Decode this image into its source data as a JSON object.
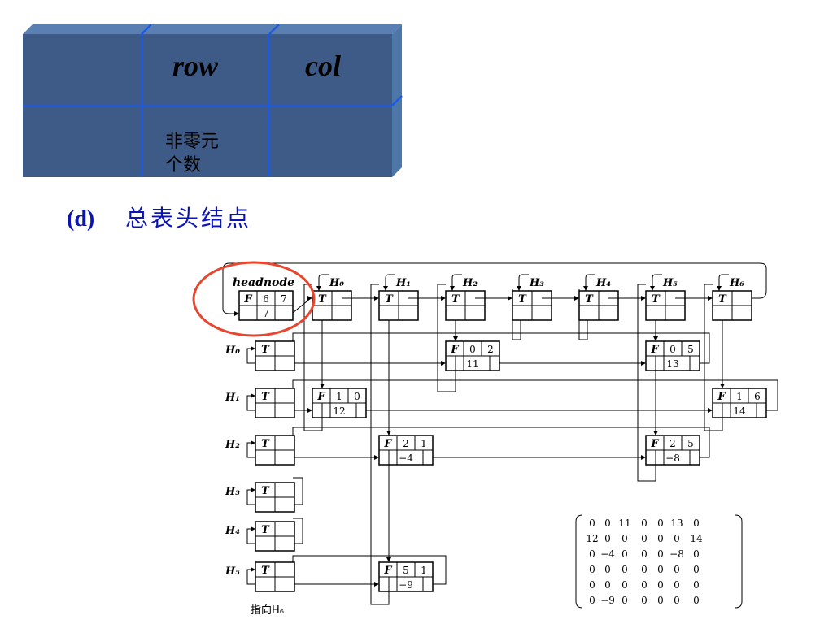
{
  "header_block": {
    "row_label": "row",
    "col_label": "col",
    "count_label_line1": "非零元",
    "count_label_line2": "个数",
    "face_color": "#3e5b88",
    "side_color": "#4e77a8",
    "line_color": "#1e5ae0"
  },
  "caption": {
    "prefix": "(d)",
    "text": "总表头结点",
    "color": "#0a14b4"
  },
  "diagram": {
    "highlight_color": "#e8462e",
    "headnode_label": "headnode",
    "headnode": {
      "tag": "F",
      "rows": "6",
      "cols": "7",
      "value": "7"
    },
    "col_heads": [
      "H₀",
      "H₁",
      "H₂",
      "H₃",
      "H₄",
      "H₅",
      "H₆"
    ],
    "row_heads": [
      "H₀",
      "H₁",
      "H₂",
      "H₃",
      "H₄",
      "H₅"
    ],
    "head_tag": "T",
    "element_tag": "F",
    "nodes": [
      {
        "row": "0",
        "col": "2",
        "val": "11"
      },
      {
        "row": "0",
        "col": "5",
        "val": "13"
      },
      {
        "row": "1",
        "col": "0",
        "val": "12"
      },
      {
        "row": "1",
        "col": "6",
        "val": "14"
      },
      {
        "row": "2",
        "col": "1",
        "val": "−4"
      },
      {
        "row": "2",
        "col": "5",
        "val": "−8"
      },
      {
        "row": "5",
        "col": "1",
        "val": "−9"
      }
    ],
    "footnote": "指向H₆"
  },
  "matrix": {
    "rows": [
      [
        "0",
        "0",
        "11",
        "0",
        "0",
        "13",
        "0"
      ],
      [
        "12",
        "0",
        "0",
        "0",
        "0",
        "0",
        "14"
      ],
      [
        "0",
        "−4",
        "0",
        "0",
        "0",
        "−8",
        "0"
      ],
      [
        "0",
        "0",
        "0",
        "0",
        "0",
        "0",
        "0"
      ],
      [
        "0",
        "0",
        "0",
        "0",
        "0",
        "0",
        "0"
      ],
      [
        "0",
        "−9",
        "0",
        "0",
        "0",
        "0",
        "0"
      ]
    ]
  }
}
